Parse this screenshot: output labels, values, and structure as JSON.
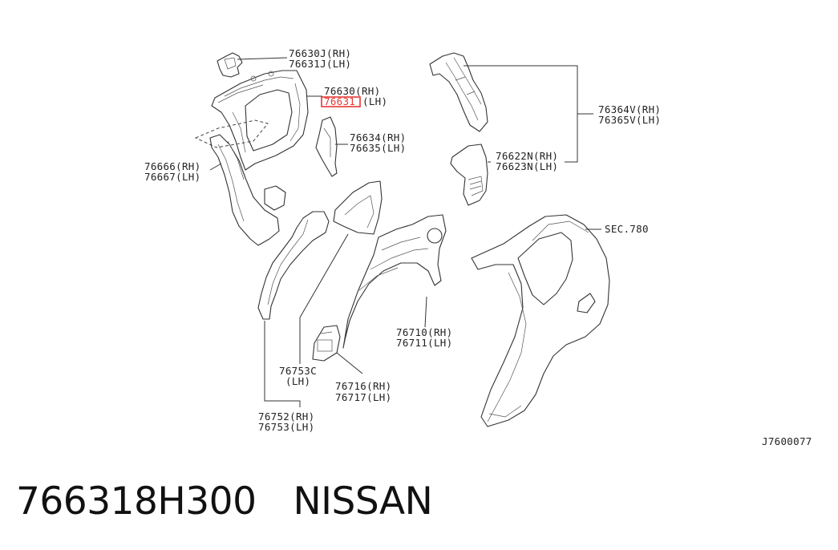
{
  "callouts": {
    "p76630J": [
      "76630J(RH)",
      "76631J(LH)"
    ],
    "p76630": [
      "76630(RH)",
      "76631",
      "(LH)"
    ],
    "p76634": [
      "76634(RH)",
      "76635(LH)"
    ],
    "p76666": [
      "76666(RH)",
      "76667(LH)"
    ],
    "p76364V": [
      "76364V(RH)",
      "76365V(LH)"
    ],
    "p76622N": [
      "76622N(RH)",
      "76623N(LH)"
    ],
    "sec": "SEC.780",
    "p76710": [
      "76710(RH)",
      "76711(LH)"
    ],
    "p76753C": [
      "76753C",
      "(LH)"
    ],
    "p76716": [
      "76716(RH)",
      "76717(LH)"
    ],
    "p76752": [
      "76752(RH)",
      "76753(LH)"
    ],
    "diagram_id": "J7600077"
  },
  "highlight_color": "#e53935",
  "footer": {
    "part_number": "766318H300",
    "brand": "NISSAN"
  }
}
